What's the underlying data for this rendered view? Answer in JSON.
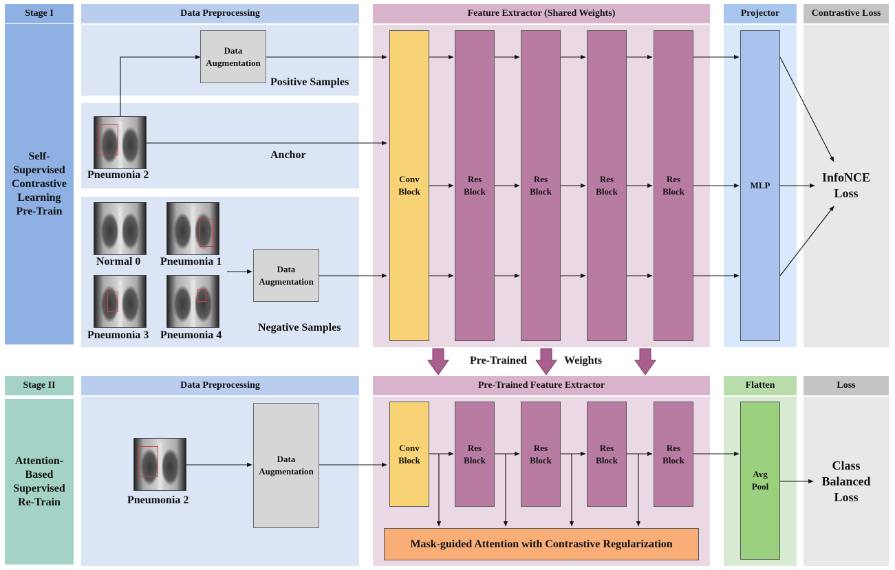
{
  "stage1": {
    "stage_label": "Stage I",
    "side_label": "Self-\nSupervised\nContrastive\nLearning\nPre-Train",
    "headers": {
      "data_preprocessing": "Data Preprocessing",
      "feature_extractor": "Feature Extractor  (Shared Weights)",
      "projector": "Projector",
      "contrastive_loss": "Contrastive Loss"
    },
    "data_augmentation_top": "Data\nAugmentation",
    "positive_samples": "Positive Samples",
    "anchor_image_label": "Pneumonia 2",
    "anchor": "Anchor",
    "negatives": [
      "Normal 0",
      "Pneumonia 1",
      "Pneumonia 3",
      "Pneumonia 4"
    ],
    "data_augmentation_bottom": "Data\nAugmentation",
    "negative_samples": "Negative Samples",
    "conv_block": "Conv\nBlock",
    "res_blocks": [
      "Res\nBlock",
      "Res\nBlock",
      "Res\nBlock",
      "Res\nBlock"
    ],
    "mlp": "MLP",
    "loss": "InfoNCE\nLoss"
  },
  "transfer": {
    "pre_trained": "Pre-Trained",
    "weights": "Weights"
  },
  "stage2": {
    "stage_label": "Stage II",
    "side_label": "Attention-\nBased\nSupervised\nRe-Train",
    "headers": {
      "data_preprocessing": "Data Preprocessing",
      "feature_extractor": "Pre-Trained Feature Extractor",
      "flatten": "Flatten",
      "loss": "Loss"
    },
    "image_label": "Pneumonia 2",
    "data_augmentation": "Data\nAugmentation",
    "conv_block": "Conv\nBlock",
    "res_blocks": [
      "Res\nBlock",
      "Res\nBlock",
      "Res\nBlock",
      "Res\nBlock"
    ],
    "avg_pool": "Avg\nPool",
    "mask_attention": "Mask-guided Attention with Contrastive Regularization",
    "loss": "Class\nBalanced\nLoss"
  },
  "colors": {
    "stage1_side": "#8fb0e3",
    "stage2_side": "#a5d2c6",
    "preprocess_bg": "#dbe5f5",
    "preprocess_hdr": "#b9cdef",
    "extractor_bg": "#ead9e4",
    "extractor_hdr": "#d9b3cb",
    "projector_bg": "#d7e9fb",
    "projector_hdr": "#a9c6ef",
    "loss_bg": "#e8e8e8",
    "loss_hdr": "#c4c4c4",
    "flatten_bg": "#d9ead3",
    "flatten_hdr": "#b8dcaa",
    "transfer_arrow": "#a9608e"
  }
}
